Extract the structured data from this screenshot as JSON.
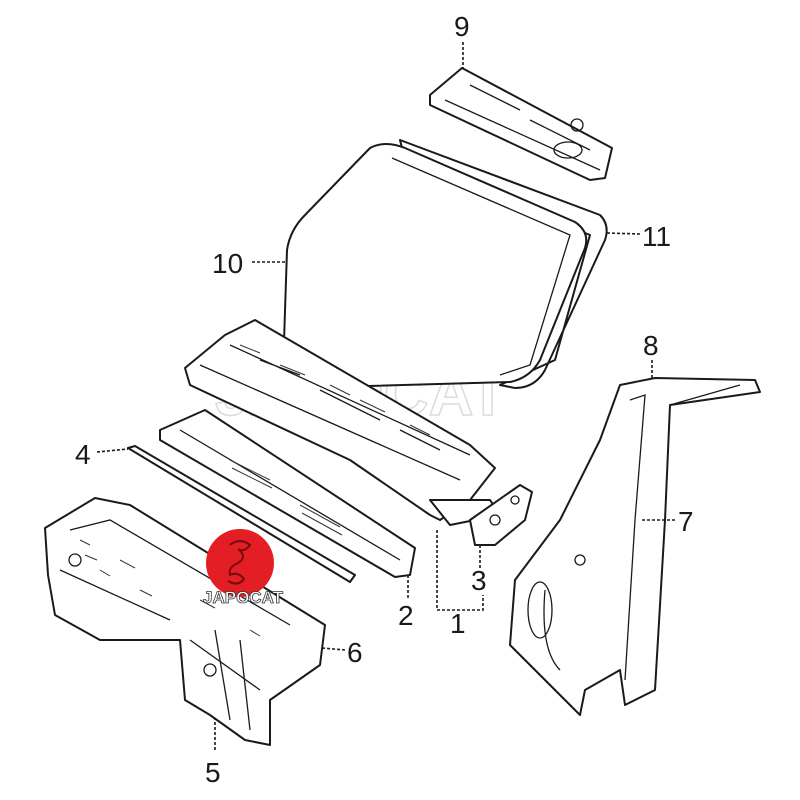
{
  "diagram": {
    "callouts": [
      "1",
      "2",
      "3",
      "4",
      "5",
      "6",
      "7",
      "8",
      "9",
      "10",
      "11"
    ],
    "watermark": "JAPOCAT",
    "logo": {
      "text": "JAPOCAT",
      "color": "#e31e24"
    }
  }
}
